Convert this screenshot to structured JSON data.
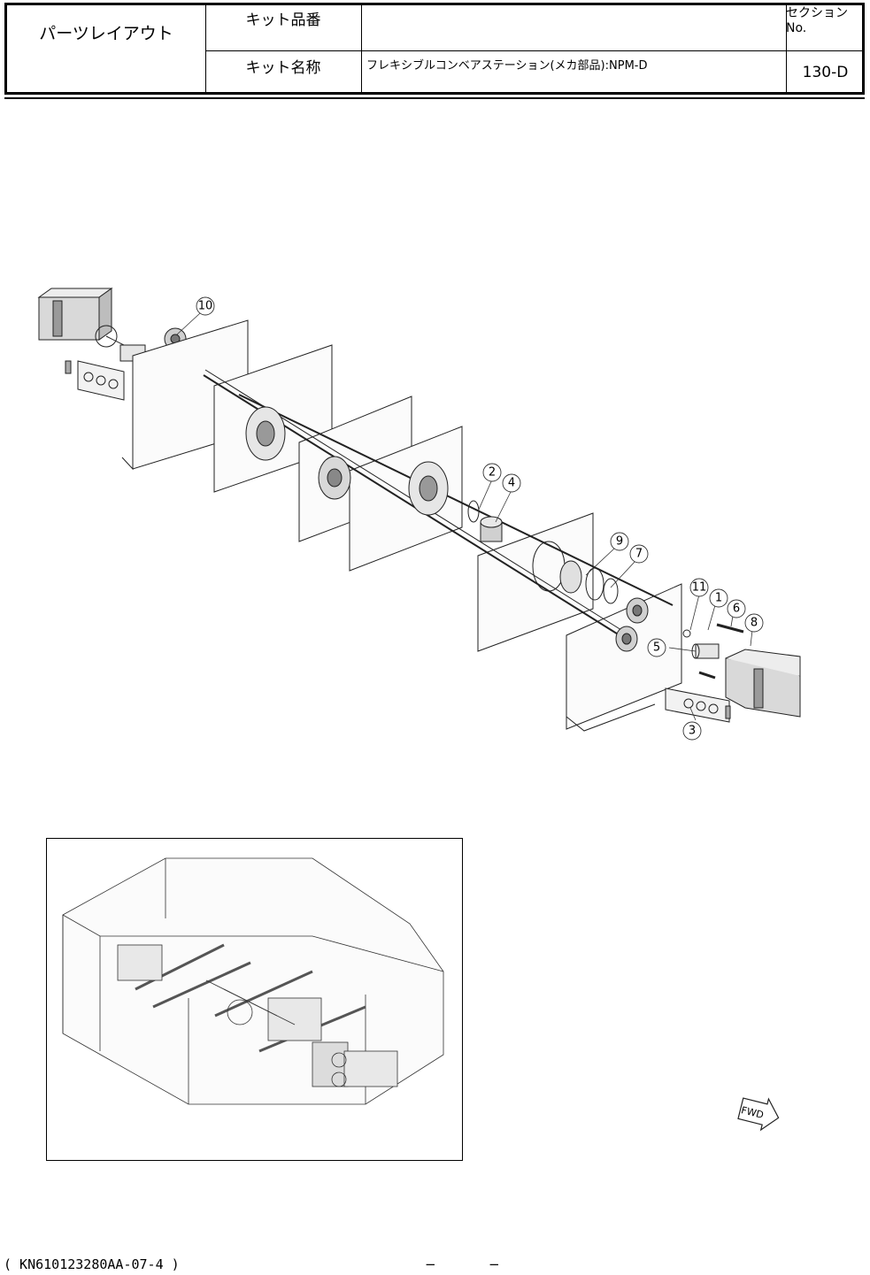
{
  "header": {
    "doc_type": "パーツレイアウト",
    "kit_no_label": "キット品番",
    "kit_no_value": "",
    "kit_name_label": "キット名称",
    "kit_name_value": "フレキシブルコンベアステーション(メカ部品):NPM-D",
    "section_label": "セクションNo.",
    "section_value": "130-D"
  },
  "callouts": [
    "10",
    "2",
    "4",
    "9",
    "7",
    "11",
    "1",
    "6",
    "8",
    "5",
    "3"
  ],
  "fwd_label": "FWD",
  "footer": {
    "code": "( KN610123280AA-07-4 )",
    "dash_left": "−",
    "dash_right": "−"
  }
}
